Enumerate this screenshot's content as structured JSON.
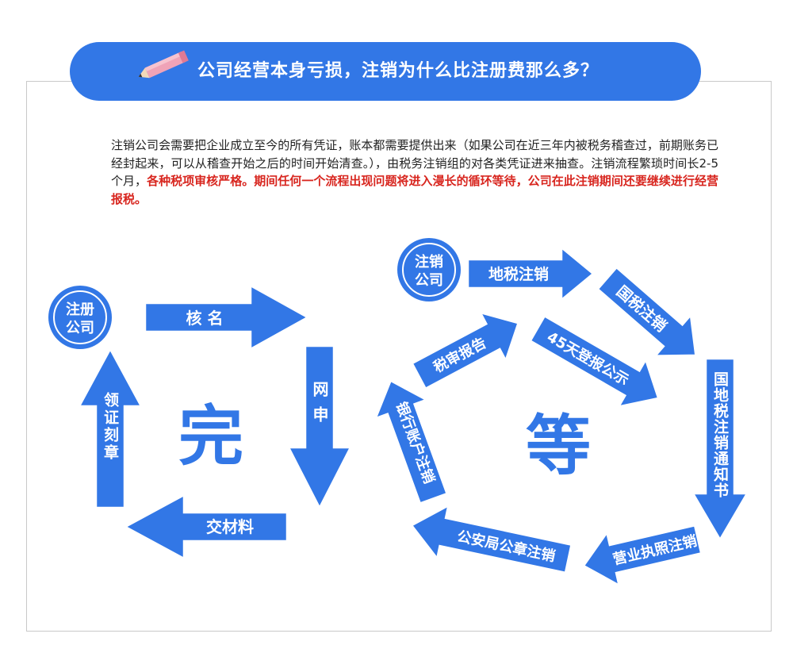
{
  "banner": {
    "title": "公司经营本身亏损，注销为什么比注册费那么多？"
  },
  "intro": {
    "normal": "注销公司会需要把企业成立至今的所有凭证，账本都需要提供出来（如果公司在近三年内被税务稽查过，前期账务已经封起来，可以从稽查开始之后的时间开始清查。），由税务注销组的对各类凭证进来抽查。注销流程繁琐时间长2-5个月，",
    "highlight": "各种税项审核严格。期间任何一个流程出现问题将进入漫长的循环等待，公司在此注销期间还要继续进行经营报税。"
  },
  "register": {
    "circle_lines": [
      "注册",
      "公司"
    ],
    "big_char": "完",
    "steps": [
      "核 名",
      "网申",
      "交材料",
      "领证刻章"
    ]
  },
  "cancel": {
    "circle_lines": [
      "注销",
      "公司"
    ],
    "big_char": "等",
    "steps": [
      "地税注销",
      "国税注销",
      "国地税注销通知书",
      "营业执照注销",
      "公安局公章注销",
      "银行账户注销",
      "税审报告",
      "45天登报公示"
    ]
  }
}
